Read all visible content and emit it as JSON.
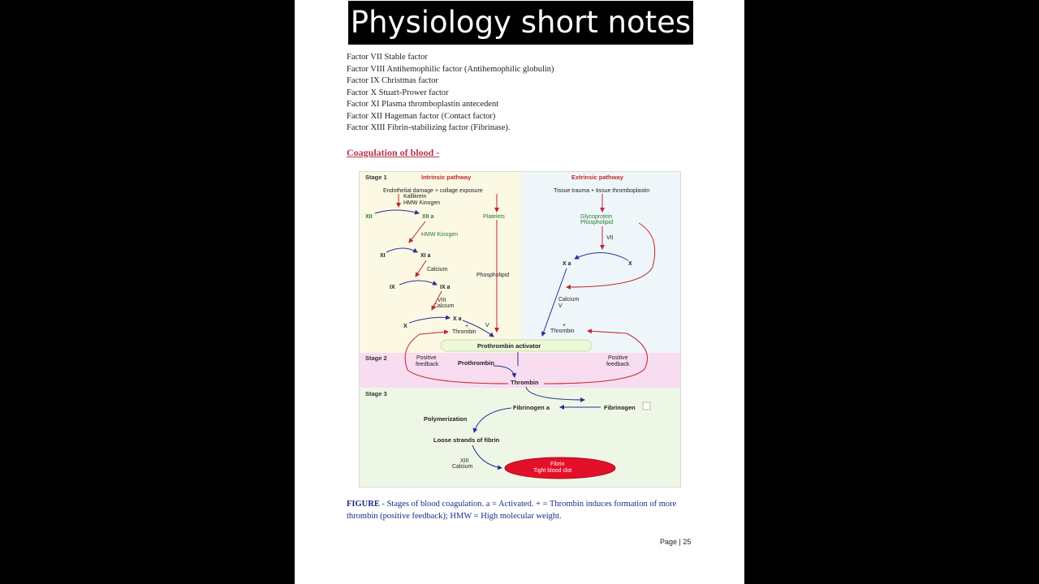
{
  "header": {
    "title": "Physiology short notes"
  },
  "factors": [
    "Factor VII Stable factor",
    "Factor VIII Antihemophilic factor (Antihemophilic globulin)",
    "Factor IX Christmas factor",
    "Factor X Stuart-Prower factor",
    "Factor XI Plasma thromboplastin antecedent",
    "Factor XII Hageman factor (Contact factor)",
    "Factor XIII  Fibrin-stabilizing factor (Fibrinase)."
  ],
  "section_heading": "Coagulation of blood -",
  "diagram": {
    "stage1": "Stage 1",
    "stage2": "Stage 2",
    "stage3": "Stage 3",
    "intrinsic": "Intrinsic pathway",
    "extrinsic": "Extrinsic pathway",
    "endothelial": "Endothelial damage + collage exposure",
    "kallikrein": "Kallikrein",
    "hmw_kinogen_1": "HMW Kinogen",
    "xii": "XII",
    "xiia": "XII a",
    "platelets": "Platelets",
    "hmw_kinogen_2": "HMW Kinogen",
    "xi": "XI",
    "xia": "XI a",
    "calcium_1": "Calcium",
    "phospholipid": "Phospholipid",
    "ix": "IX",
    "ixa": "IX a",
    "viii": "VIII",
    "calcium_2": "Calcium",
    "xa_left": "X a",
    "x_left": "X",
    "plus_left": "+",
    "thrombin_left": "Thrombin",
    "v_left": "V",
    "tissue_trauma": "Tissue trauma + tissue thromboplastin",
    "glycoprotein": "Glycoprotein",
    "phospholipid_ext": "Phospholipid",
    "vii": "VII",
    "xa_right": "X a",
    "x_right": "X",
    "calcium_ext": "Calcium",
    "v_right": "V",
    "plus_right": "+",
    "thrombin_right": "Thrombin",
    "prothrombin_activator": "Prothrombin activator",
    "positive_fb_left_1": "Positive",
    "positive_fb_left_2": "feedback",
    "prothrombin": "Prothrombin",
    "positive_fb_right_1": "Positive",
    "positive_fb_right_2": "feedback",
    "thrombin": "Thrombin",
    "fibrinogen_a": "Fibrinogen a",
    "fibrinogen": "Fibrinogen",
    "polymerization": "Polymerization",
    "loose_strands": "Loose strands of  fibrin",
    "xiii": "XIII",
    "calcium_3": "Calcium",
    "fibrin": "Fibrin",
    "tight_clot": "Tight blood clot"
  },
  "caption": {
    "label": "FIGURE",
    "text": " - Stages of blood coagulation. a = Activated. + = Thrombin induces formation of more thrombin (positive feedback); HMW = High molecular weight."
  },
  "page_number": "Page | 25",
  "colors": {
    "heading": "#b8344a",
    "caption": "#1a2a8a",
    "stage1_bg": "#fbf8e3",
    "extrinsic_bg": "#eef6fa",
    "stage2_bg": "#f8dcef",
    "stage3_bg": "#eef7e6",
    "arrow_red": "#c2272d",
    "arrow_blue": "#2b2f9a",
    "clot_red": "#e3102a"
  }
}
